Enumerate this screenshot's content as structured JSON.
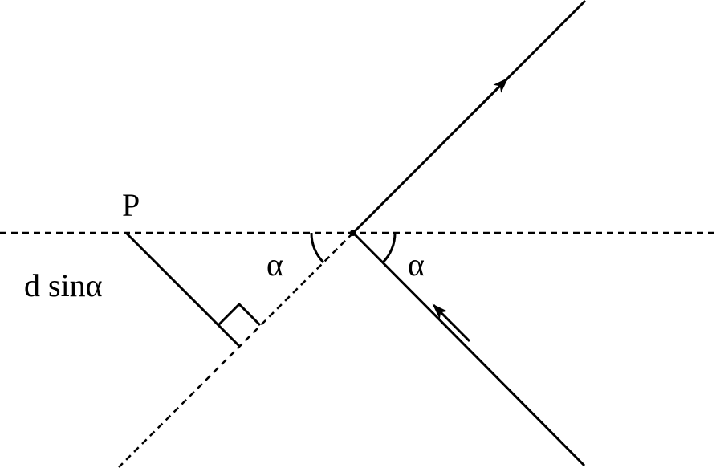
{
  "diagram": {
    "point_label": "P",
    "angle_label_left": "α",
    "angle_label_right": "α",
    "distance_label": "d sinα",
    "line_color": "#000000"
  }
}
